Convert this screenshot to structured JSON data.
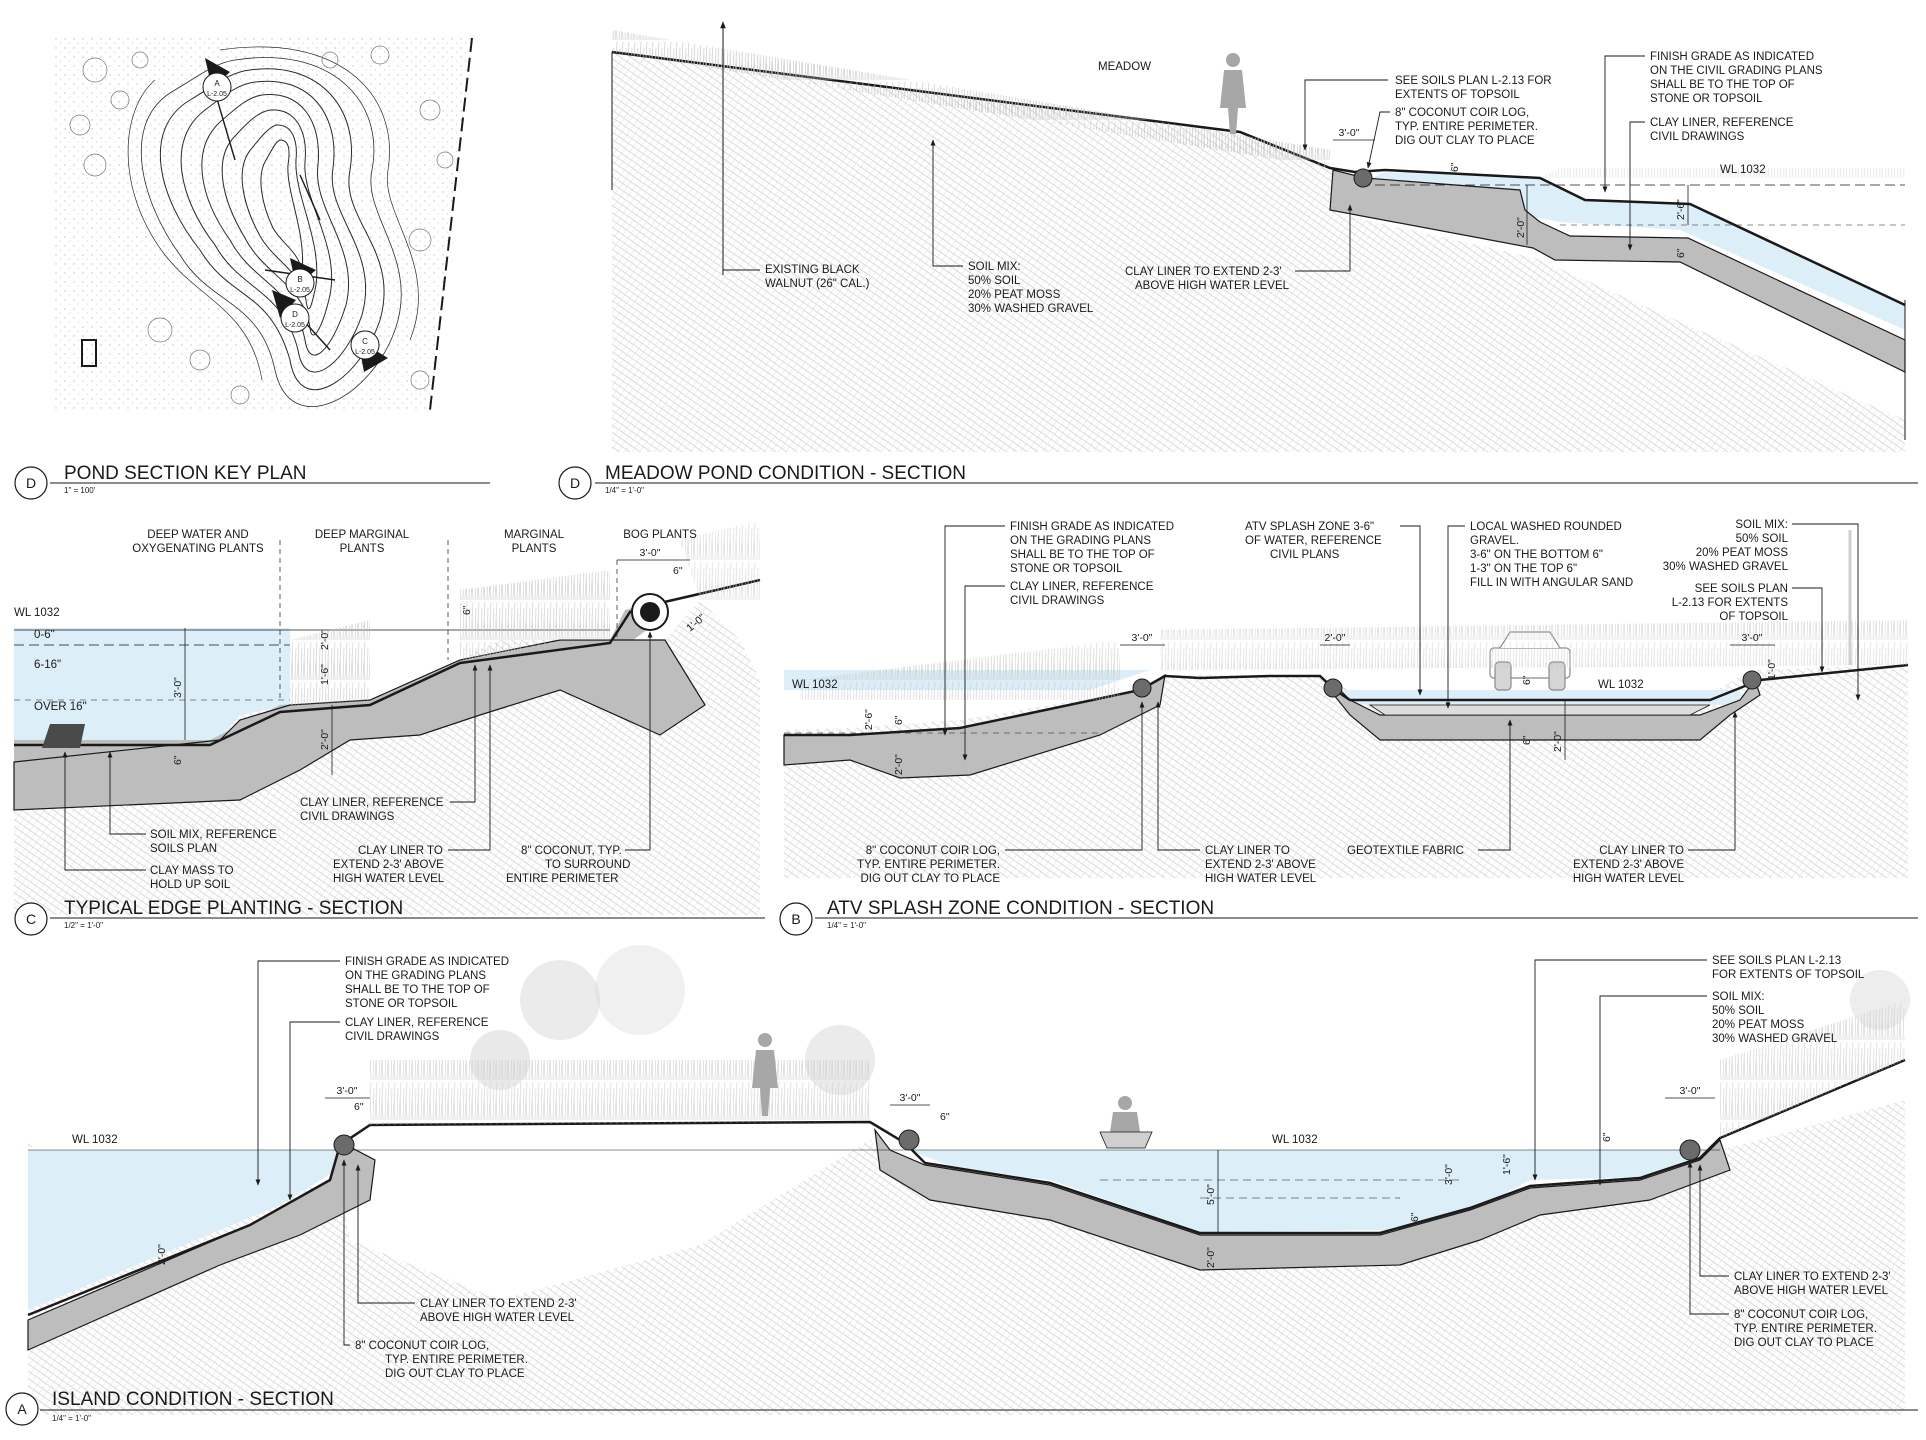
{
  "sheet": {
    "key_plan": {
      "title": "POND SECTION KEY PLAN",
      "badge": "D",
      "scale": "1\" = 100'",
      "callouts": [
        "A",
        "L-2.05",
        "B",
        "L-2.05",
        "C",
        "L-2.05",
        "D",
        "L-2.05"
      ]
    },
    "meadow": {
      "title": "MEADOW POND CONDITION - SECTION",
      "badge": "D",
      "scale": "1/4\" = 1'-0\"",
      "meadow_label": "MEADOW",
      "wl": "WL 1032",
      "notes": {
        "soils_plan": [
          "SEE SOILS PLAN L-2.13 FOR",
          "EXTENTS OF TOPSOIL"
        ],
        "coir_log": [
          "8\" COCONUT COIR LOG,",
          "TYP. ENTIRE PERIMETER.",
          "DIG OUT CLAY TO PLACE"
        ],
        "finish_grade": [
          "FINISH GRADE AS INDICATED",
          "ON THE CIVIL GRADING PLANS",
          "SHALL BE TO THE TOP OF",
          "STONE OR TOPSOIL"
        ],
        "clay_liner_ref": [
          "CLAY LINER, REFERENCE",
          "CIVIL DRAWINGS"
        ],
        "walnut": [
          "EXISTING BLACK",
          "WALNUT (26\" CAL.)"
        ],
        "soil_mix": [
          "SOIL MIX:",
          "50% SOIL",
          "20% PEAT MOSS",
          "30% WASHED GRAVEL"
        ],
        "clay_extend": [
          "CLAY LINER TO EXTEND 2-3'",
          "ABOVE HIGH WATER LEVEL"
        ]
      },
      "dims": [
        "3'-0\"",
        "6\"",
        "2'-0\"",
        "2'-6\"",
        "6\""
      ]
    },
    "edge": {
      "title": "TYPICAL EDGE PLANTING - SECTION",
      "badge": "C",
      "scale": "1/2\" = 1'-0\"",
      "wl": "WL 1032",
      "zones": {
        "deep": [
          "DEEP WATER AND",
          "OXYGENATING PLANTS"
        ],
        "deep_marginal": [
          "DEEP MARGINAL",
          "PLANTS"
        ],
        "marginal": [
          "MARGINAL",
          "PLANTS"
        ],
        "bog": [
          "BOG PLANTS"
        ]
      },
      "depths": [
        "0-6\"",
        "6-16\"",
        "OVER 16\""
      ],
      "notes": {
        "soil_mix": [
          "SOIL MIX, REFERENCE",
          "SOILS PLAN"
        ],
        "clay_mass": [
          "CLAY MASS TO",
          "HOLD UP SOIL"
        ],
        "clay_ref": [
          "CLAY LINER, REFERENCE",
          "CIVIL DRAWINGS"
        ],
        "clay_extend": [
          "CLAY LINER TO",
          "EXTEND 2-3' ABOVE",
          "HIGH WATER LEVEL"
        ],
        "coconut": [
          "8\" COCONUT, TYP.",
          "TO SURROUND",
          "ENTIRE PERIMETER"
        ]
      },
      "dims": [
        "3'-0\"",
        "6\"",
        "6\"",
        "1'-0\"",
        "3'-0\"",
        "2'-0\"",
        "1'-6\"",
        "2'-0\"",
        "6\""
      ]
    },
    "atv": {
      "title": "ATV SPLASH ZONE CONDITION - SECTION",
      "badge": "B",
      "scale": "1/4\" = 1'-0\"",
      "wl_left": "WL 1032",
      "wl_right": "WL 1032",
      "notes": {
        "finish_grade": [
          "FINISH GRADE AS INDICATED",
          "ON THE GRADING PLANS",
          "SHALL BE TO THE TOP OF",
          "STONE OR TOPSOIL"
        ],
        "clay_ref": [
          "CLAY LINER, REFERENCE",
          "CIVIL DRAWINGS"
        ],
        "splash": [
          "ATV SPLASH ZONE 3-6\"",
          "OF WATER, REFERENCE",
          "CIVIL PLANS"
        ],
        "gravel": [
          "LOCAL WASHED ROUNDED",
          "GRAVEL.",
          "",
          "3-6\" ON THE BOTTOM 6\"",
          "1-3\" ON THE TOP 6\"",
          "",
          "FILL IN WITH ANGULAR SAND"
        ],
        "soil_mix": [
          "SOIL MIX:",
          "50% SOIL",
          "20% PEAT MOSS",
          "30% WASHED GRAVEL"
        ],
        "soils_plan": [
          "SEE SOILS PLAN",
          "L-2.13 FOR EXTENTS",
          "OF TOPSOIL"
        ],
        "coir_log": [
          "8\" COCONUT COIR LOG,",
          "TYP. ENTIRE PERIMETER.",
          "DIG OUT CLAY TO PLACE"
        ],
        "clay_extend_mid": [
          "CLAY LINER TO",
          "EXTEND 2-3' ABOVE",
          "HIGH WATER LEVEL"
        ],
        "geotextile": [
          "GEOTEXTILE FABRIC"
        ],
        "clay_extend_right": [
          "CLAY LINER TO",
          "EXTEND 2-3' ABOVE",
          "HIGH WATER LEVEL"
        ]
      },
      "dims": [
        "3'-0\"",
        "2'-0\"",
        "3'-0\"",
        "2'-6\"",
        "6\"",
        "2'-0\"",
        "6\"",
        "6\"",
        "2'-0\"",
        "1'-0\""
      ]
    },
    "island": {
      "title": "ISLAND CONDITION - SECTION",
      "badge": "A",
      "scale": "1/4\" = 1'-0\"",
      "wl_left": "WL 1032",
      "wl_center": "WL 1032",
      "notes": {
        "finish_grade": [
          "FINISH GRADE AS INDICATED",
          "ON THE GRADING PLANS",
          "SHALL BE TO THE TOP OF",
          "STONE OR TOPSOIL"
        ],
        "clay_ref": [
          "CLAY LINER, REFERENCE",
          "CIVIL DRAWINGS"
        ],
        "clay_extend_left": [
          "CLAY LINER TO EXTEND 2-3'",
          "ABOVE HIGH WATER LEVEL"
        ],
        "coir_left": [
          "8\" COCONUT COIR LOG,",
          "TYP. ENTIRE PERIMETER.",
          "DIG OUT CLAY TO PLACE"
        ],
        "soils_plan": [
          "SEE SOILS PLAN L-2.13",
          "FOR EXTENTS OF TOPSOIL"
        ],
        "soil_mix": [
          "SOIL MIX:",
          "50% SOIL",
          "20% PEAT MOSS",
          "30% WASHED GRAVEL"
        ],
        "clay_extend_right": [
          "CLAY LINER TO EXTEND 2-3'",
          "ABOVE HIGH WATER LEVEL"
        ],
        "coir_right": [
          "8\" COCONUT COIR LOG,",
          "TYP. ENTIRE PERIMETER.",
          "DIG OUT CLAY TO PLACE"
        ]
      },
      "dims": [
        "3'-0\"",
        "6\"",
        "2'-0\"",
        "3'-0\"",
        "6\"",
        "5'-0\"",
        "2'-0\"",
        "3'-0\"",
        "6\"",
        "1'-6\"",
        "6\"",
        "3'-0\""
      ]
    }
  },
  "colors": {
    "water": "#dceef7",
    "clay": "#bdbdbd",
    "line": "#1a1a1a",
    "veg": "#c7c7c7"
  }
}
